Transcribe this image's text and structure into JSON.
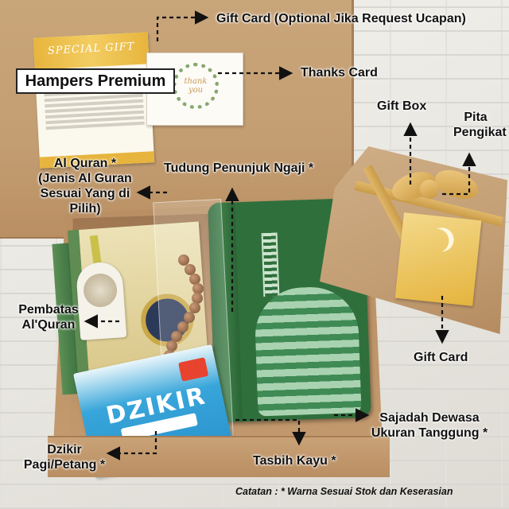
{
  "title": "Hampers Premium",
  "labels": {
    "gift_card_top": "Gift Card (Optional Jika Request Ucapan)",
    "thanks_card": "Thanks Card",
    "gift_box": "Gift Box",
    "pita_line1": "Pita",
    "pita_line2": "Pengikat",
    "alquran_line1": "Al Quran *",
    "alquran_line2": "(Jenis Al Guran",
    "alquran_line3": "Sesuai Yang di",
    "alquran_line4": "Pilih)",
    "tudung": "Tudung Penunjuk Ngaji *",
    "pembatas_line1": "Pembatas",
    "pembatas_line2": "Al'Quran",
    "gift_card_right": "Gift Card",
    "sajadah_line1": "Sajadah Dewasa",
    "sajadah_line2": "Ukuran Tanggung *",
    "dzikir_line1": "Dzikir",
    "dzikir_line2": "Pagi/Petang *",
    "tasbih": "Tasbih Kayu *"
  },
  "note": "Catatan : * Warna Sesuai Stok dan Keserasian",
  "product_text": {
    "special_gift": "SPECIAL GIFT",
    "dzikir_cover": "DZIKIR"
  },
  "colors": {
    "kraft": "#c39e72",
    "gold": "#e7b53d",
    "green": "#2f6f3c",
    "blue": "#2a92cc"
  }
}
